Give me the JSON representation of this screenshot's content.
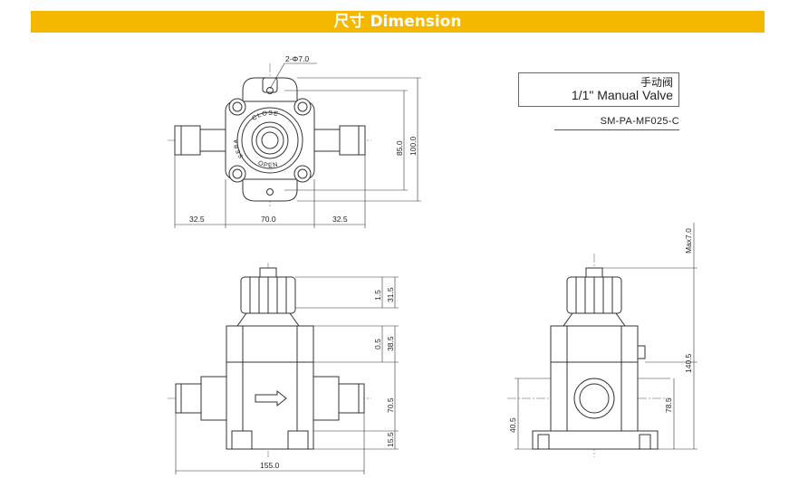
{
  "header": {
    "title": "尺寸 Dimension",
    "bg_color": "#f5b800"
  },
  "product": {
    "name_cn": "手动阀",
    "name_en": "1/1\" Manual Valve",
    "model": "SM-PA-MF025-C"
  },
  "top_view": {
    "hole_label": "2-Φ7.0",
    "dims": {
      "left": "32.5",
      "middle": "70.0",
      "right": "32.5",
      "inner_height": "85.0",
      "outer_height": "100.0"
    },
    "nut_text": {
      "close": "CLOSE",
      "open": "OPEN",
      "brand": "SEBA"
    }
  },
  "front_view": {
    "dims": {
      "d1": "1.5",
      "d2": "31.5",
      "d3": "0.5",
      "d4": "38.5",
      "d5": "70.5",
      "d6": "15.5",
      "width": "155.0"
    }
  },
  "side_view": {
    "dims": {
      "max": "Max7.0",
      "total": "140.5",
      "mid": "78.5",
      "low": "40.5"
    }
  }
}
